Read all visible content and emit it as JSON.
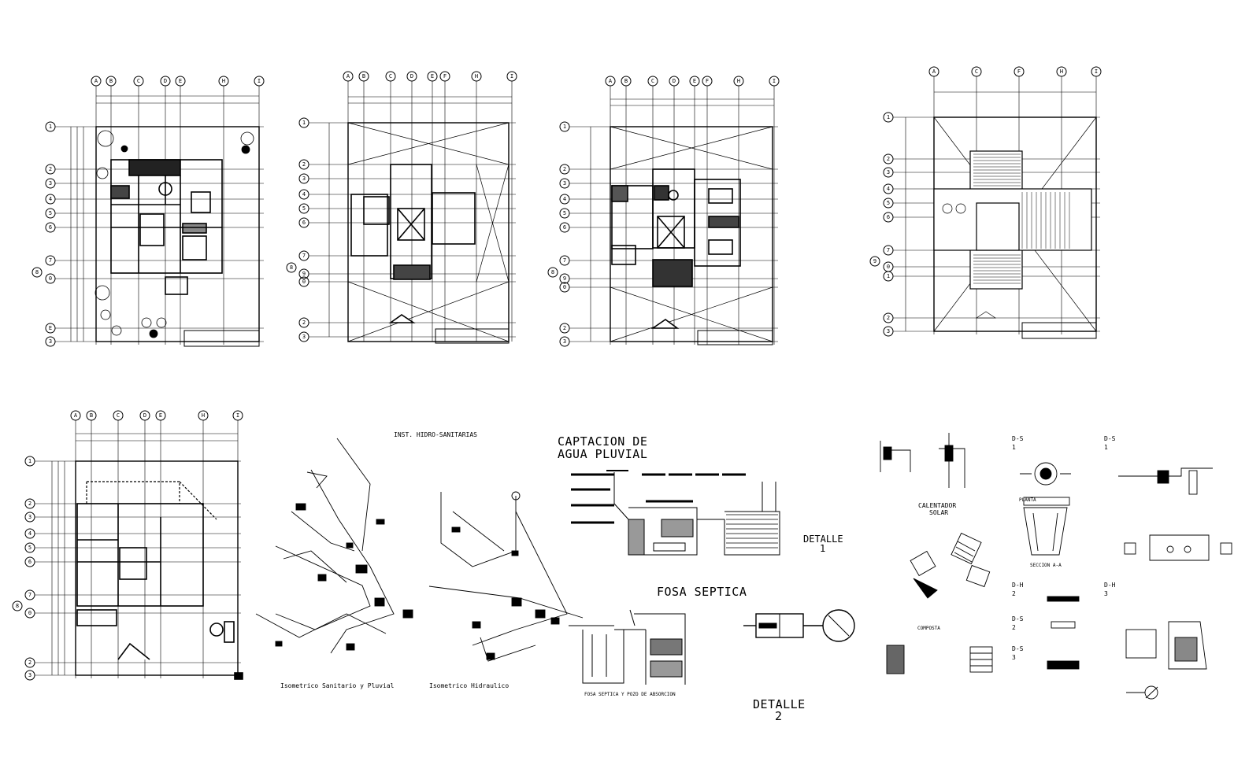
{
  "grid": {
    "letters_a": [
      "A",
      "B",
      "C",
      "D",
      "E",
      "F",
      "H",
      "I"
    ],
    "letters_b": [
      "A",
      "C",
      "F",
      "H",
      "I"
    ],
    "numbers_a": [
      "1",
      "2",
      "3",
      "4",
      "5",
      "6",
      "7",
      "8",
      "9",
      "0",
      "E",
      "2",
      "3"
    ],
    "numbers_b": [
      "1",
      "2",
      "3",
      "4",
      "5",
      "6",
      "7",
      "9",
      "0",
      "1",
      "2",
      "3"
    ]
  },
  "titles": {
    "inst_hidro": "INST. HIDRO-SANITARIAS",
    "captacion_line1": "CAPTACION DE",
    "captacion_line2": "AGUA PLUVIAL",
    "fosa_septica": "FOSA SEPTICA",
    "detalle1": "DETALLE",
    "detalle1_num": "1",
    "detalle2": "DETALLE",
    "detalle2_num": "2",
    "isometrico_sanitario": "Isometrico Sanitario y Pluvial",
    "isometrico_hidraulico": "Isometrico Hidraulico",
    "calentador_line1": "CALENTADOR",
    "calentador_line2": "SOLAR",
    "composta": "COMPOSTA",
    "planta": "PLANTA",
    "seccion": "SECCION A-A",
    "fosa_note": "FOSA SEPTICA Y POZO DE ABSORCION"
  },
  "detail_tags": [
    {
      "code": "D-S",
      "num": "1"
    },
    {
      "code": "D-S",
      "num": "1"
    },
    {
      "code": "D-H",
      "num": "2"
    },
    {
      "code": "D-H",
      "num": "3"
    },
    {
      "code": "D-S",
      "num": "2"
    },
    {
      "code": "D-S",
      "num": "3"
    }
  ]
}
